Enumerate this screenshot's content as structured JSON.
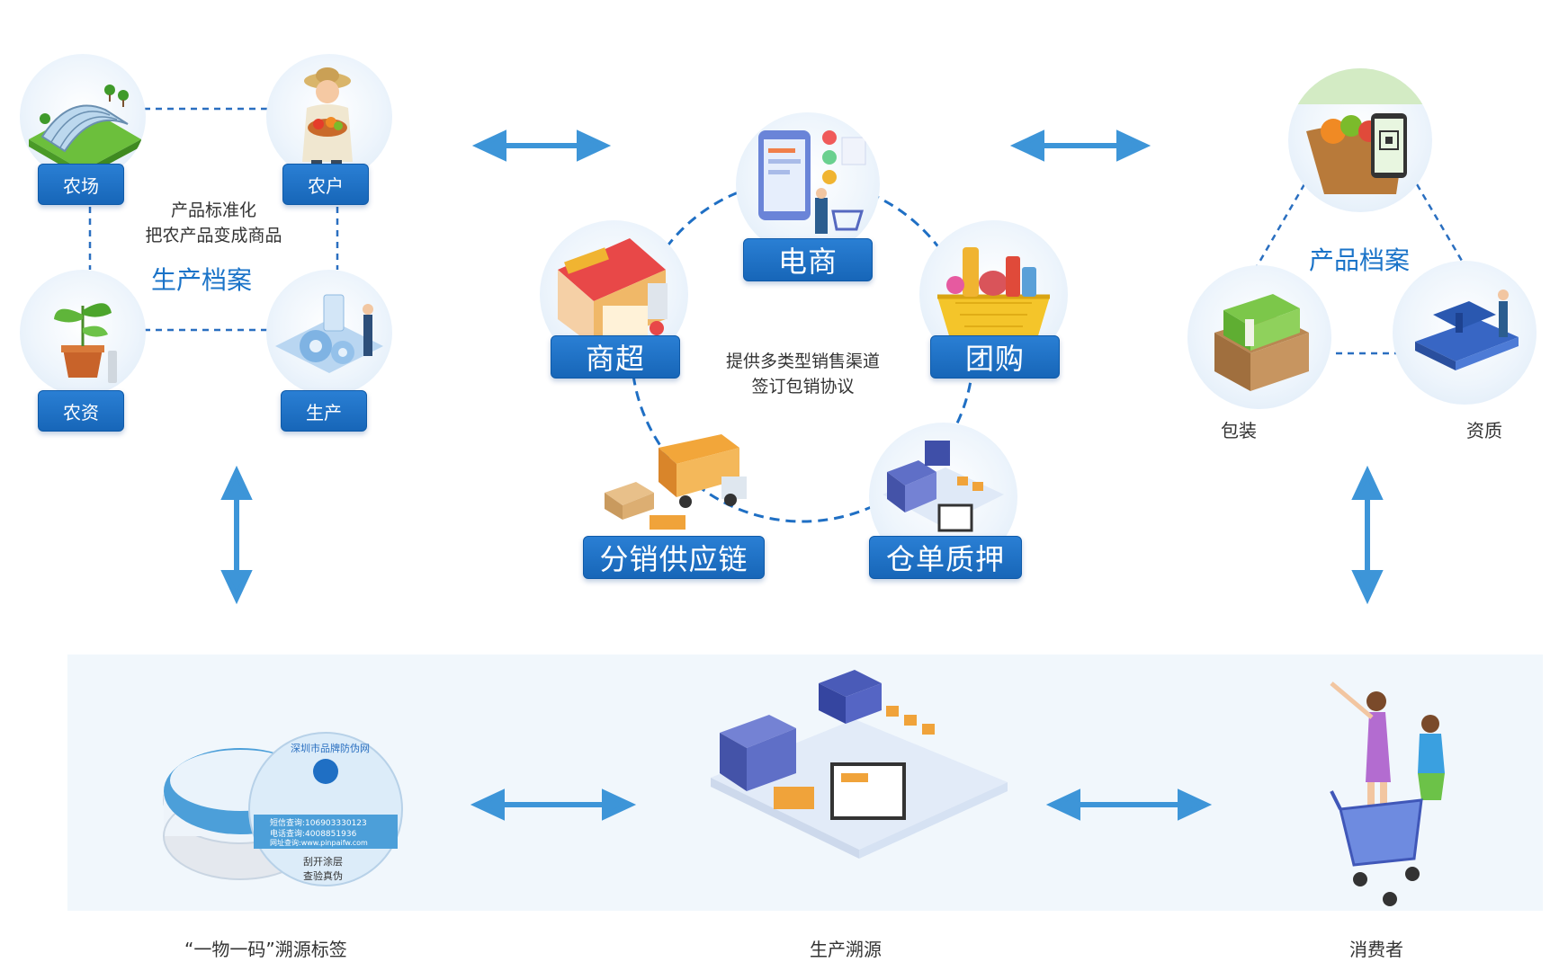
{
  "colors": {
    "accent": "#1a73c8",
    "label_bg": "#1f70c4",
    "arrow": "#3d95d8",
    "band_bg": "#f1f7fc"
  },
  "production_archive": {
    "title": "生产档案",
    "desc_line1": "产品标准化",
    "desc_line2": "把农产品变成商品",
    "nodes": {
      "farm": "农场",
      "farmer": "农户",
      "materials": "农资",
      "production": "生产"
    }
  },
  "sales_channels": {
    "desc_line1": "提供多类型销售渠道",
    "desc_line2": "签订包销协议",
    "nodes": {
      "ecommerce": "电商",
      "supermarket": "商超",
      "group_buy": "团购",
      "distribution": "分销供应链",
      "warehouse": "仓单质押"
    }
  },
  "product_archive": {
    "title": "产品档案",
    "nodes": {
      "packaging": "包装",
      "qualification": "资质"
    }
  },
  "bottom": {
    "trace_label": "“一物一码”溯源标签",
    "production_trace": "生产溯源",
    "consumer": "消费者",
    "label_card": {
      "line_a": "深圳市品牌防伪网",
      "line_b": "短信查询:106903330123",
      "line_c": "电话查询:4008851936",
      "line_d": "网址查询:www.pinpaifw.com",
      "line_e": "刮开涂层",
      "line_f": "查验真伪"
    }
  }
}
